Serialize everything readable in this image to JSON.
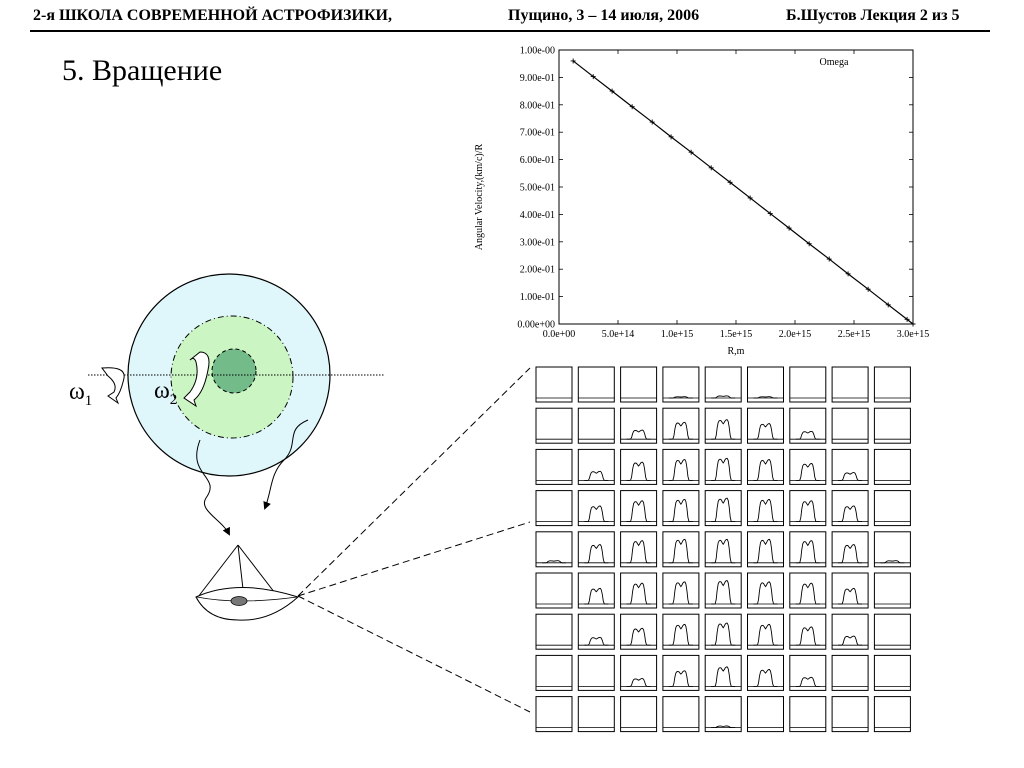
{
  "header": {
    "school": "2-я ШКОЛА СОВРЕМЕННОЙ АСТРОФИЗИКИ,",
    "place_date": "Пущино, 3 – 14 июля, 2006",
    "lecturer": "Б.Шустов Лекция 2 из 5"
  },
  "slide": {
    "title": "5. Вращение"
  },
  "diagram": {
    "omega1": "ω",
    "omega1_sub": "1",
    "omega2": "ω",
    "omega2_sub": "2",
    "colors": {
      "outer_disk": "#dff6fa",
      "middle_disk": "#ccf5c4",
      "core": "#74bb8a"
    }
  },
  "chart_data": {
    "type": "line",
    "title": "",
    "legend": "Omega",
    "legend_position": "top-right",
    "xlabel": "R,m",
    "ylabel": "Angular Velocity,(km/c)/R",
    "xlim": [
      0,
      3000000000000000.0
    ],
    "ylim": [
      0,
      1
    ],
    "x_ticks": [
      "0.0e+00",
      "5.0e+14",
      "1.0e+15",
      "1.5e+15",
      "2.0e+15",
      "2.5e+15",
      "3.0e+15"
    ],
    "y_ticks": [
      "0.00e+00",
      "1.00e-01",
      "2.00e-01",
      "3.00e-01",
      "4.00e-01",
      "5.00e-01",
      "6.00e-01",
      "7.00e-01",
      "8.00e-01",
      "9.00e-01",
      "1.00e-00"
    ],
    "grid": false,
    "series": [
      {
        "name": "Omega",
        "x": [
          120000000000000.0,
          290000000000000.0,
          450000000000000.0,
          620000000000000.0,
          790000000000000.0,
          950000000000000.0,
          1120000000000000.0,
          1290000000000000.0,
          1450000000000000.0,
          1620000000000000.0,
          1790000000000000.0,
          1950000000000000.0,
          2120000000000000.0,
          2290000000000000.0,
          2450000000000000.0,
          2620000000000000.0,
          2790000000000000.0,
          2950000000000000.0,
          3000000000000000.0
        ],
        "y": [
          0.96,
          0.903,
          0.85,
          0.793,
          0.737,
          0.683,
          0.627,
          0.57,
          0.517,
          0.46,
          0.403,
          0.35,
          0.293,
          0.237,
          0.183,
          0.127,
          0.07,
          0.017,
          0.0
        ]
      }
    ]
  },
  "spectra_grid": {
    "rows": 9,
    "cols": 9,
    "amplitudes": [
      [
        0.0,
        0.0,
        0.0,
        0.05,
        0.08,
        0.05,
        0.0,
        0.0,
        0.0
      ],
      [
        0.0,
        0.0,
        0.35,
        0.65,
        0.75,
        0.6,
        0.3,
        0.0,
        0.0
      ],
      [
        0.0,
        0.35,
        0.7,
        0.8,
        0.85,
        0.8,
        0.65,
        0.3,
        0.0
      ],
      [
        0.0,
        0.6,
        0.8,
        0.85,
        0.9,
        0.85,
        0.8,
        0.6,
        0.0
      ],
      [
        0.08,
        0.7,
        0.85,
        0.9,
        0.9,
        0.9,
        0.85,
        0.7,
        0.08
      ],
      [
        0.0,
        0.6,
        0.8,
        0.85,
        0.9,
        0.85,
        0.8,
        0.6,
        0.0
      ],
      [
        0.0,
        0.3,
        0.65,
        0.8,
        0.85,
        0.8,
        0.7,
        0.35,
        0.0
      ],
      [
        0.0,
        0.0,
        0.3,
        0.6,
        0.75,
        0.65,
        0.35,
        0.0,
        0.0
      ],
      [
        0.0,
        0.0,
        0.0,
        0.0,
        0.06,
        0.0,
        0.0,
        0.0,
        0.0
      ]
    ]
  }
}
